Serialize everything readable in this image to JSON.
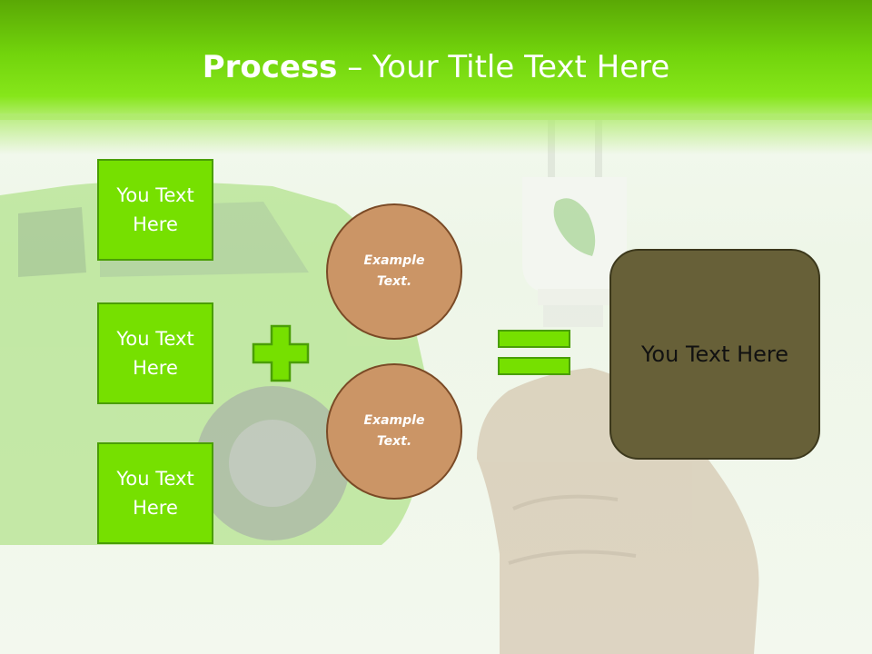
{
  "title": {
    "bold": "Process",
    "rest": " – Your Title Text Here"
  },
  "boxes": [
    {
      "label": "You Text Here"
    },
    {
      "label": "You Text Here"
    },
    {
      "label": "You Text Here"
    }
  ],
  "circles": [
    {
      "label": "Example Text."
    },
    {
      "label": "Example Text."
    }
  ],
  "result": {
    "label": "You Text Here"
  },
  "colors": {
    "header_green": "#72d40c",
    "box_green": "#76e000",
    "circle_tan": "#cb9566",
    "result_olive": "#676038"
  },
  "icons": [
    "plus-icon",
    "equals-icon"
  ]
}
